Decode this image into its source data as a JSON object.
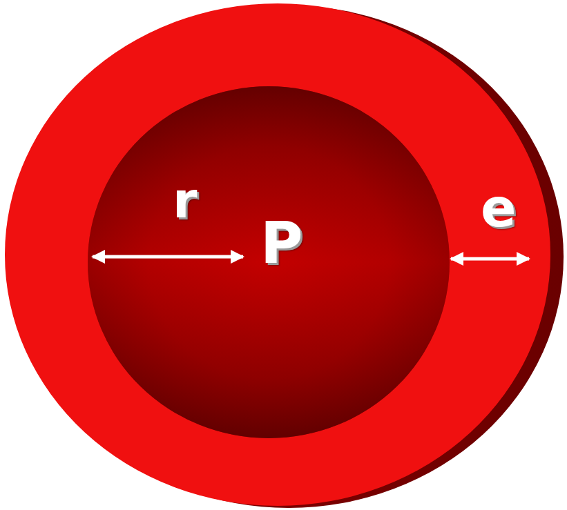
{
  "diagram": {
    "labels": [
      "r",
      "P",
      "e"
    ]
  }
}
